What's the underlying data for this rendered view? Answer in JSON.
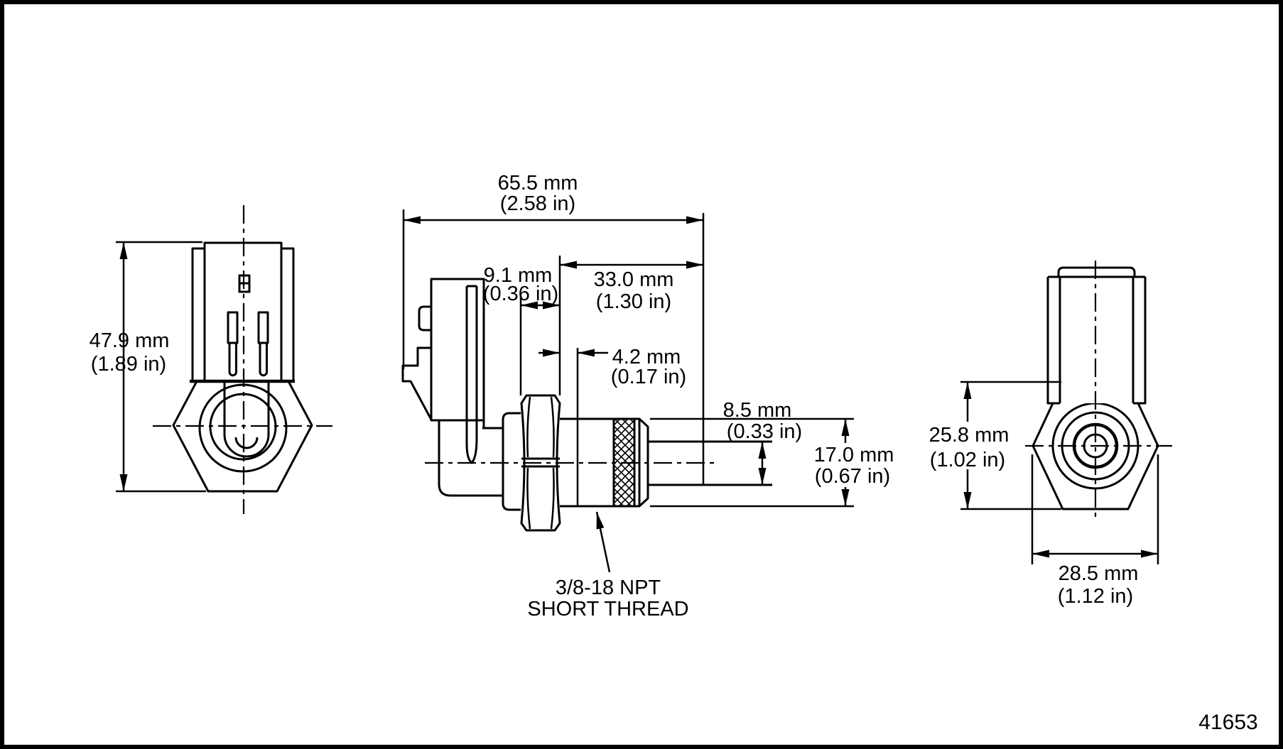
{
  "figure": {
    "number": "41653"
  },
  "note": {
    "line1": "3/8-18 NPT",
    "line2": "SHORT THREAD"
  },
  "dims": {
    "overall_length": {
      "mm": "65.5 mm",
      "in": "(2.58 in)"
    },
    "hex_depth": {
      "mm": "9.1 mm",
      "in": "(0.36 in)"
    },
    "seat_to_tip": {
      "mm": "33.0 mm",
      "in": "(1.30 in)"
    },
    "seat_to_thread": {
      "mm": "4.2 mm",
      "in": "(0.17 in)"
    },
    "tip_diameter": {
      "mm": "8.5 mm",
      "in": "(0.33 in)"
    },
    "body_diameter": {
      "mm": "17.0 mm",
      "in": "(0.67 in)"
    },
    "overall_height": {
      "mm": "47.9 mm",
      "in": "(1.89 in)"
    },
    "hex_across_flats": {
      "mm": "25.8 mm",
      "in": "(1.02 in)"
    },
    "hex_across_corners": {
      "mm": "28.5 mm",
      "in": "(1.12 in)"
    }
  }
}
